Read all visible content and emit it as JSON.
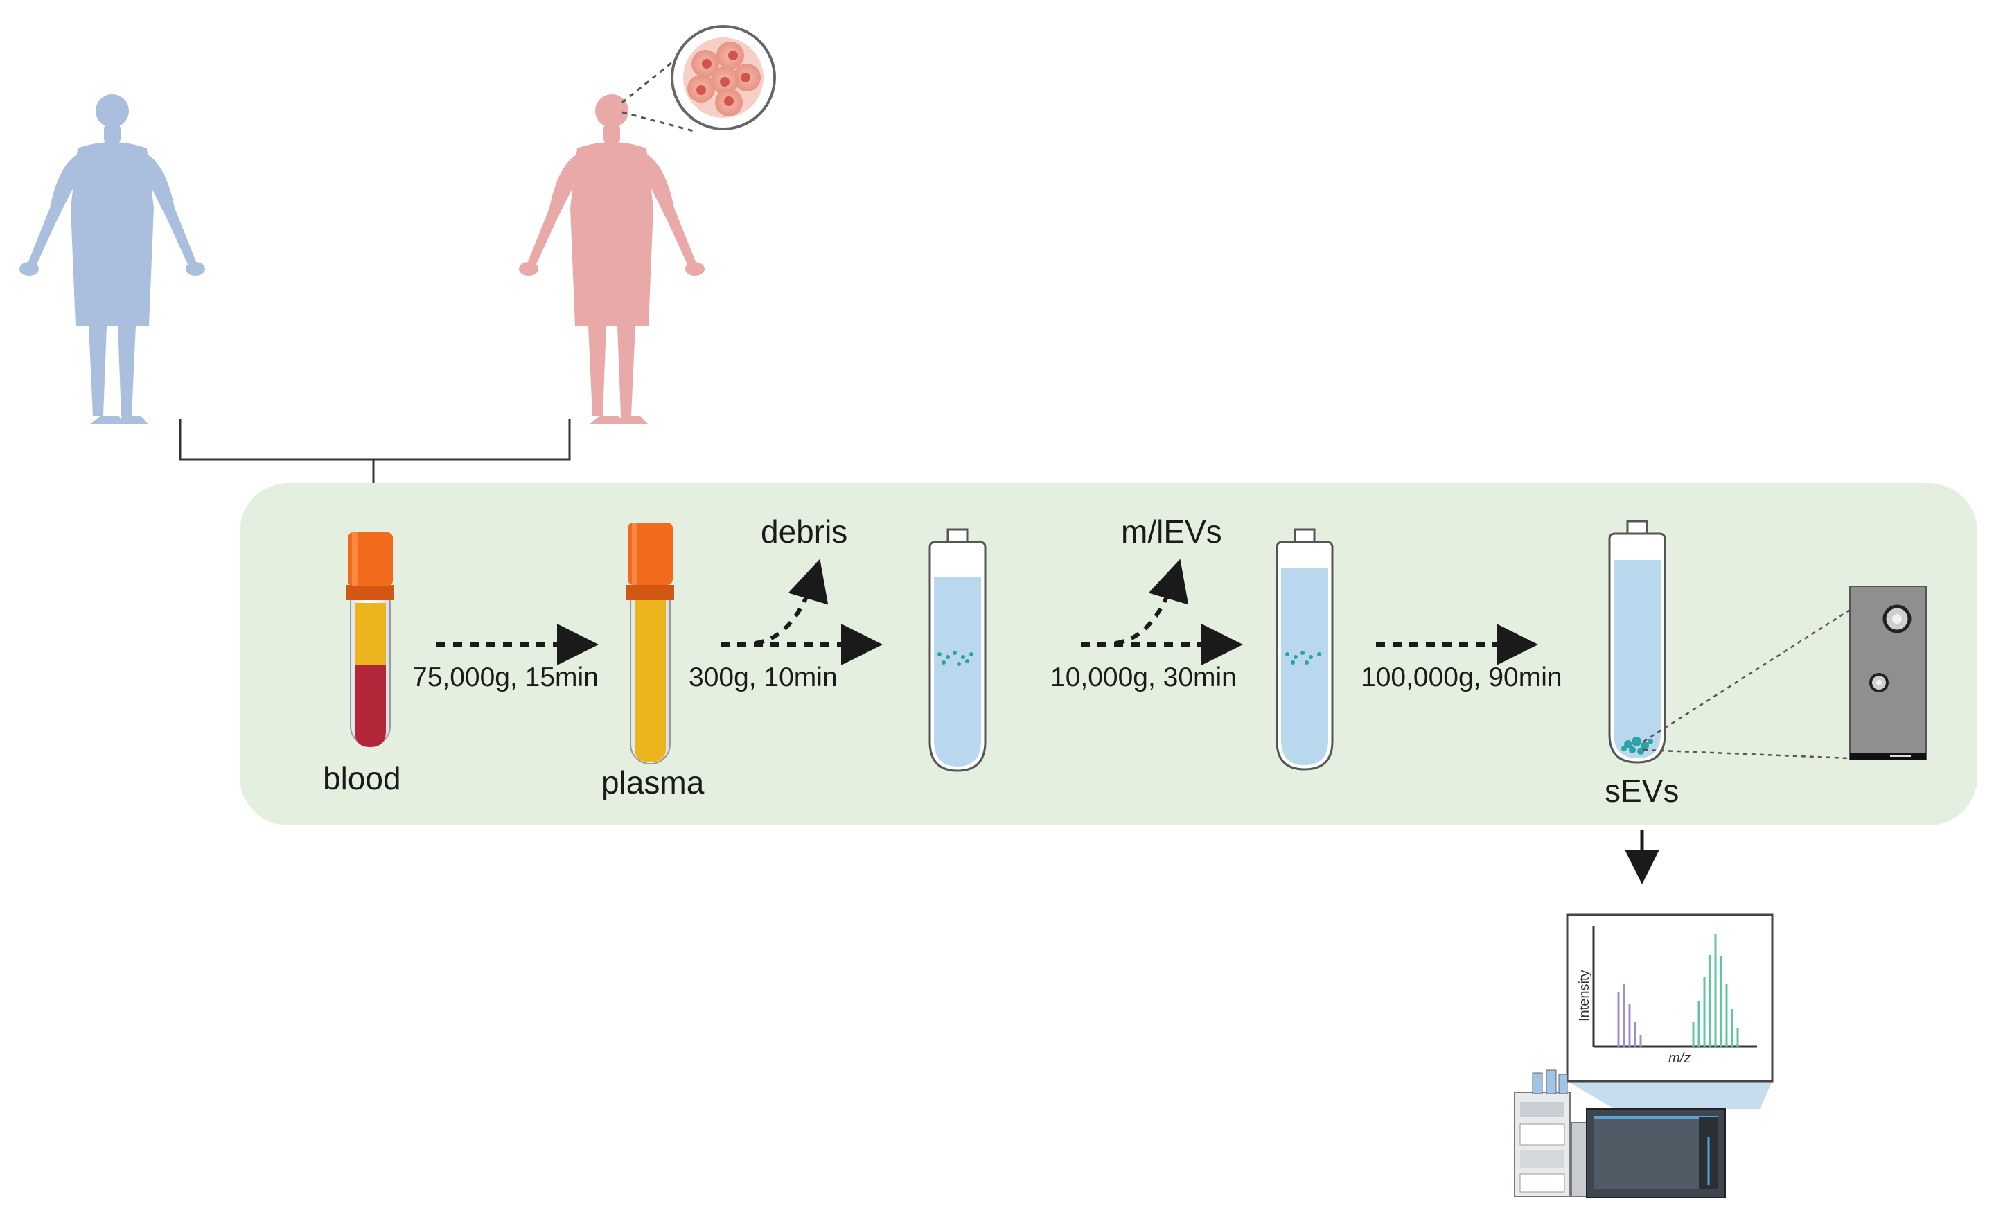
{
  "labels": {
    "blood": "blood",
    "plasma": "plasma",
    "debris": "debris",
    "mlevs": "m/lEVs",
    "sevs": "sEVs"
  },
  "steps": {
    "step1": "75,000g, 15min",
    "step2": "300g, 10min",
    "step3": "10,000g, 30min",
    "step4": "100,000g, 90min"
  },
  "spectrum": {
    "ylabel": "Intensity",
    "xlabel": "m/z"
  },
  "colors": {
    "healthy_person": "#a9bfdd",
    "patient": "#eaa9a9",
    "panel_bg": "#e4efdf",
    "tube_cap": "#f26b1d",
    "blood_red": "#b3263a",
    "plasma_yellow": "#ecb51f",
    "tube_liquid": "#b9d8ee",
    "vesicle_teal": "#2ba3a6",
    "peak_purple": "#9b8ed6",
    "peak_green": "#5ec7a0"
  },
  "icons": [
    "healthy-person-icon",
    "patient-person-icon",
    "tumor-cells-icon",
    "blood-tube-icon",
    "plasma-tube-icon",
    "centrifuge-tube-icon",
    "em-image-icon",
    "mass-spectrometer-icon"
  ]
}
